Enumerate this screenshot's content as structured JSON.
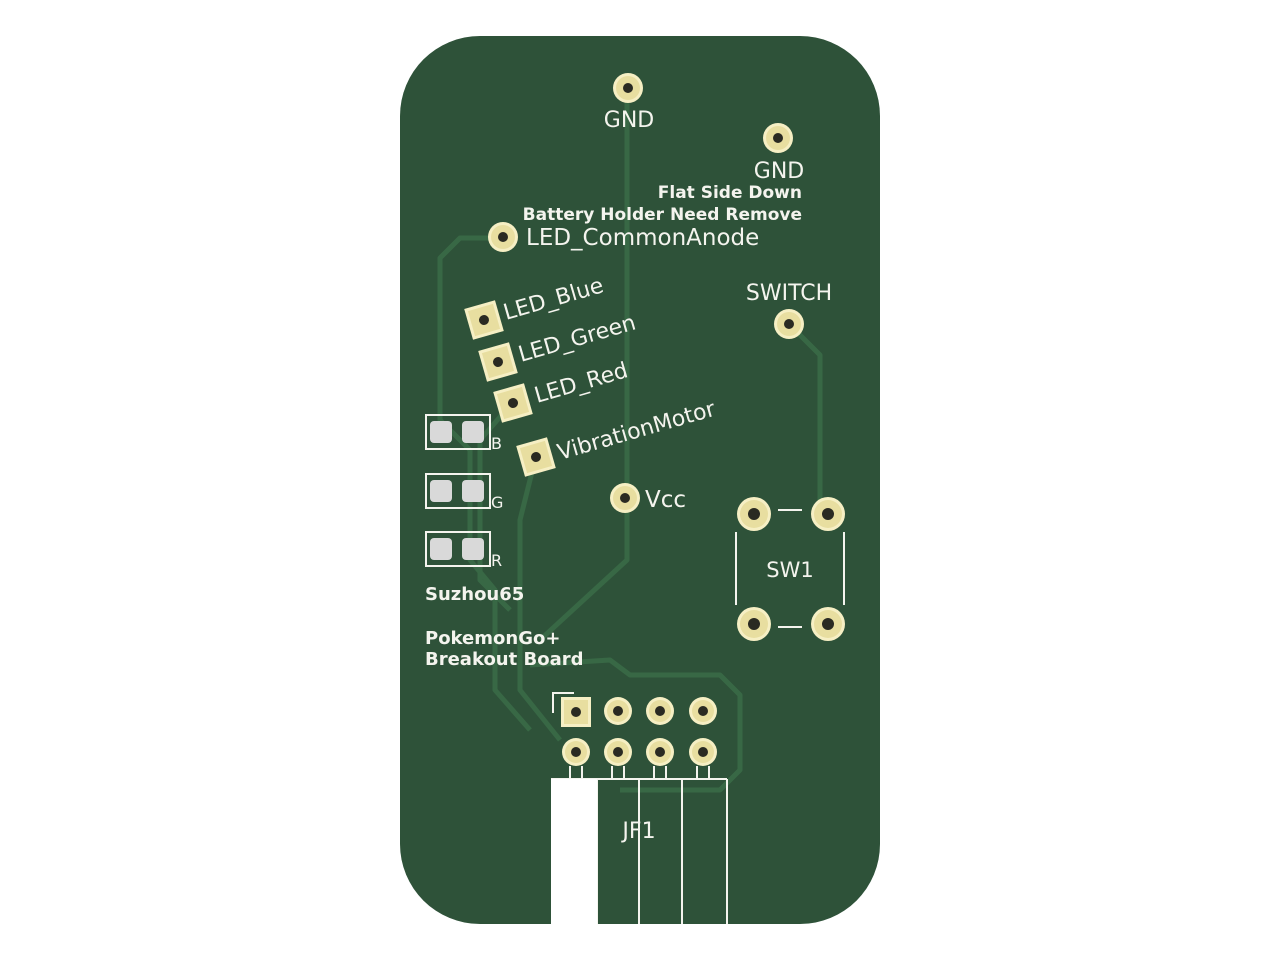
{
  "colors": {
    "board": "#2e5239",
    "trace": "#386845",
    "silkscreen": "#f4f4ee",
    "pad": "#e8dea0",
    "pad_ring": "#f6efc4",
    "drill": "#2a2a22",
    "smd_pad": "#d9d9d9",
    "background": "#ffffff"
  },
  "labels": {
    "gnd_top": "GND",
    "gnd_right": "GND",
    "note_line1": "Flat Side Down",
    "note_line2": "Battery Holder Need Remove",
    "led_common_anode": "LED_CommonAnode",
    "switch": "SWITCH",
    "led_blue": "LED_Blue",
    "led_green": "LED_Green",
    "led_red": "LED_Red",
    "vibration_motor": "VibrationMotor",
    "vcc": "Vcc",
    "smd_b": "B",
    "smd_g": "G",
    "smd_r": "R",
    "suzhou": "Suzhou65",
    "title_line1": "PokemonGo+",
    "title_line2": "Breakout Board",
    "sw1": "SW1",
    "jf1": "JF1"
  }
}
